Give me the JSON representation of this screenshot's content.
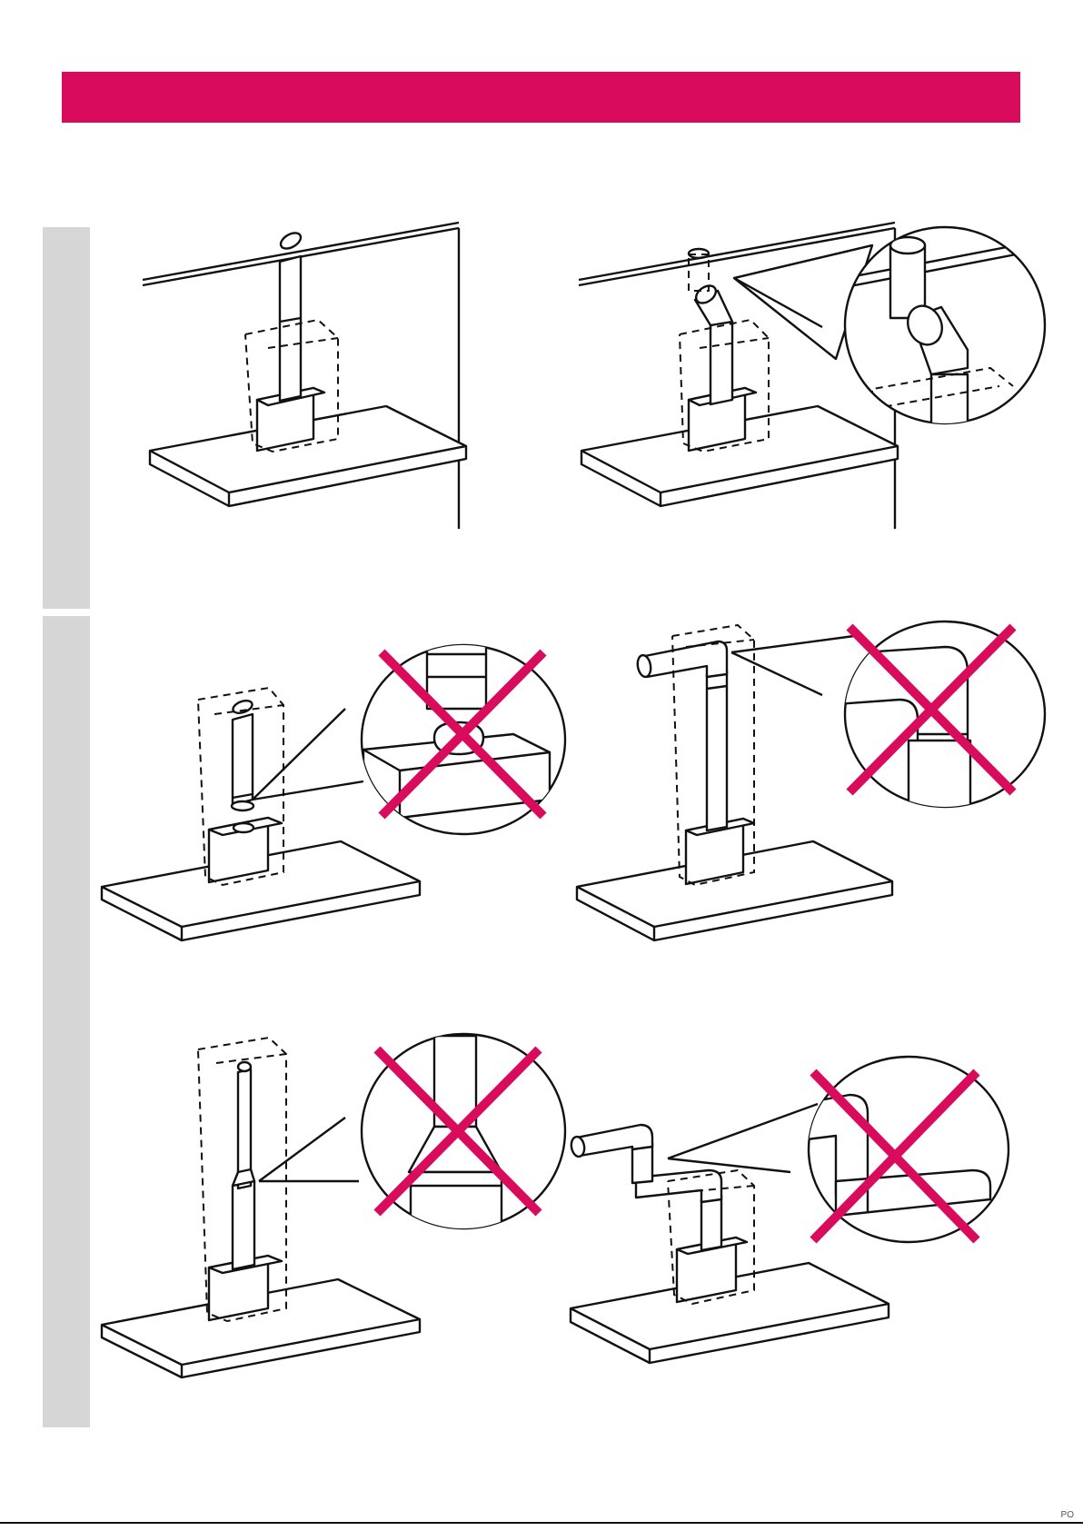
{
  "header": {
    "title": "",
    "color": "#d90b5c"
  },
  "side_tabs": {
    "color": "#d6d6d6"
  },
  "figures": [
    {
      "name": "correct-straight-duct",
      "status": "allowed"
    },
    {
      "name": "correct-angled-duct-detail",
      "status": "allowed"
    },
    {
      "name": "wrong-loose-connection",
      "status": "not-allowed"
    },
    {
      "name": "wrong-bent-duct",
      "status": "not-allowed"
    },
    {
      "name": "wrong-narrowed-duct",
      "status": "not-allowed"
    },
    {
      "name": "wrong-multiple-bends",
      "status": "not-allowed"
    }
  ],
  "cross_color": "#d90b5c",
  "footer": {
    "page_number": "PO"
  }
}
